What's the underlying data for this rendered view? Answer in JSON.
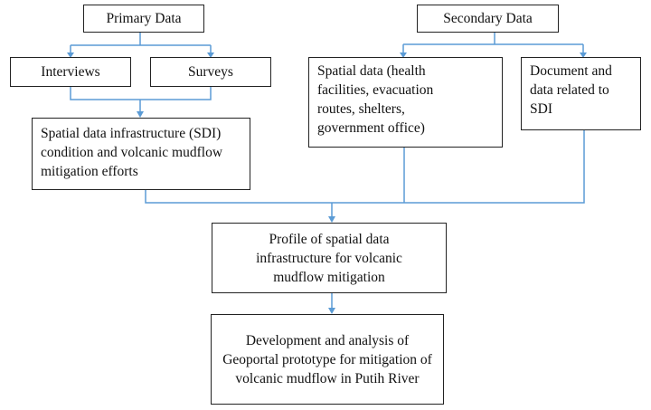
{
  "nodes": {
    "primary": "Primary Data",
    "interviews": "Interviews",
    "surveys": "Surveys",
    "sdi_condition": "Spatial data infrastructure (SDI) condition and volcanic mudflow mitigation efforts",
    "secondary": "Secondary Data",
    "spatial_data": "Spatial data (health facilities, evacuation routes, shelters, government office)",
    "documents": "Document and data related to SDI",
    "profile": "Profile of spatial data infrastructure for volcanic mudflow mitigation",
    "development": "Development and analysis of Geoportal prototype for mitigation of volcanic mudflow in Putih River"
  },
  "colors": {
    "connector": "#5b9bd5",
    "border": "#222222"
  }
}
